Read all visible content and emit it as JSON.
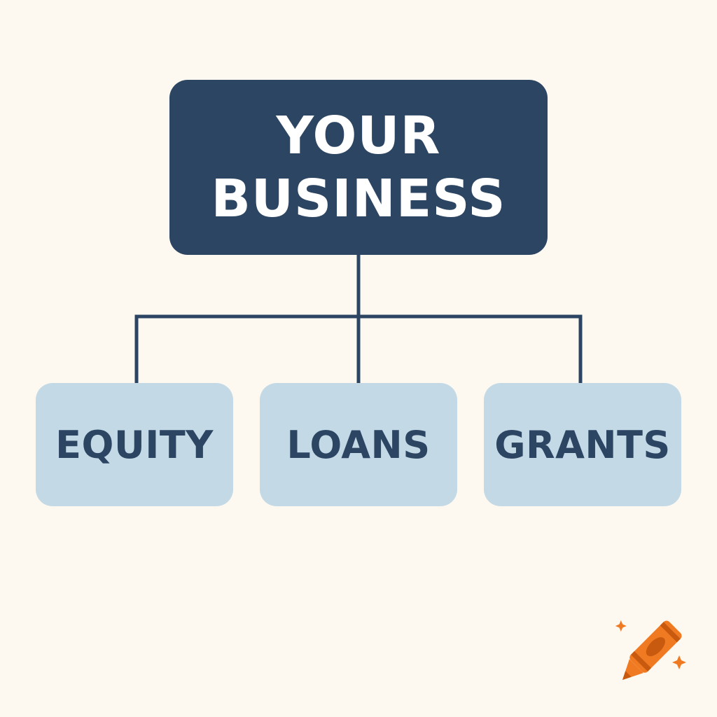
{
  "diagram": {
    "root": {
      "label": "YOUR\nBUSINESS"
    },
    "children": [
      {
        "label": "EQUITY"
      },
      {
        "label": "LOANS"
      },
      {
        "label": "GRANTS"
      }
    ]
  },
  "colors": {
    "background": "#fdf9f0",
    "root_fill": "#2c4563",
    "root_text": "#ffffff",
    "child_fill": "#c3d9e6",
    "child_text": "#2c4563",
    "connector": "#2c4563",
    "logo_orange": "#f07a22"
  },
  "icons": {
    "logo": "crayon-icon"
  }
}
